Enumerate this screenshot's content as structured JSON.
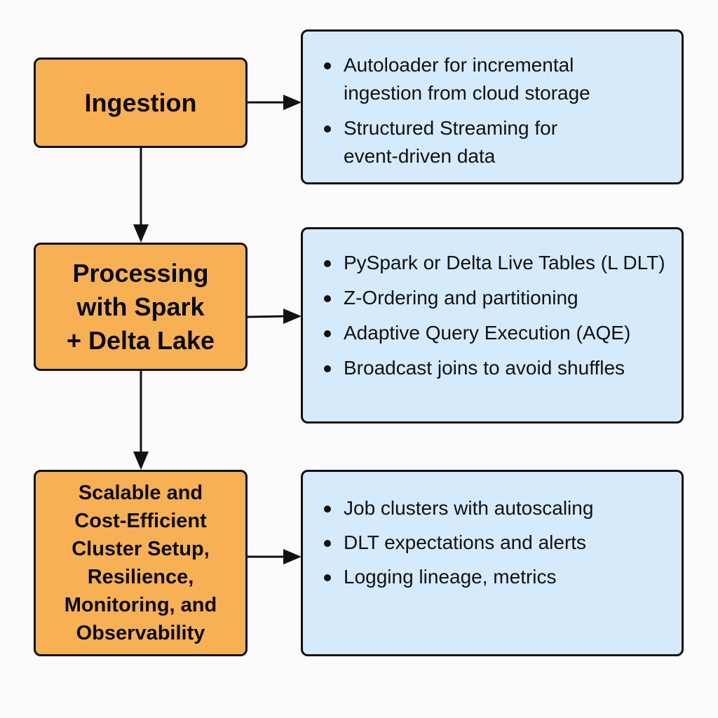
{
  "stages": [
    {
      "title_lines": [
        "Ingestion"
      ],
      "details": [
        "Autoloader for incremental ingestion from cloud storage",
        "Structured Streaming for event-driven data"
      ]
    },
    {
      "title_lines": [
        "Processing",
        "with Spark",
        "+ Delta Lake"
      ],
      "details": [
        "PySpark or Delta Live Tables (L DLT)",
        "Z-Ordering and partitioning",
        "Adaptive Query Execution (AQE)",
        "Broadcast joins to avoid shuffles"
      ]
    },
    {
      "title_lines": [
        "Scalable and",
        "Cost-Efficient",
        "Cluster Setup,",
        "Resilience,",
        "Monitoring, and",
        "Observability"
      ],
      "details": [
        "Job clusters with autoscaling",
        "DLT expectations and alerts",
        "Logging lineage, metrics"
      ]
    }
  ],
  "colors": {
    "stage_fill": "#f8b055",
    "detail_fill": "#d5ebfb",
    "stroke": "#111111"
  }
}
